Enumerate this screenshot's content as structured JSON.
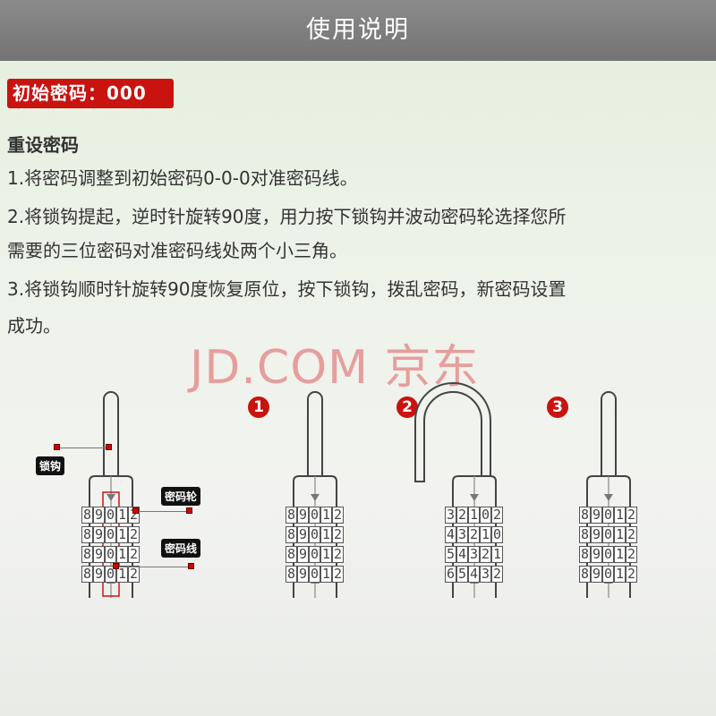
{
  "header": {
    "title": "使用说明"
  },
  "badge": {
    "text": "初始密码：000"
  },
  "section_title": "重设密码",
  "steps": [
    "1.将密码调整到初始密码0-0-0对准密码线。",
    "2.将锁钩提起，逆时针旋转90度，用力按下锁钩并波动密码轮选择您所",
    "需要的三位密码对准密码线处两个小三角。",
    "3.将锁钩顺时针旋转90度恢复原位，按下锁钩，拨乱密码，新密码设置",
    "成功。"
  ],
  "watermark": "JD.COM 京东",
  "labels": {
    "shackle": "锁钩",
    "wheel": "密码轮",
    "line": "密码线"
  },
  "step_numbers": [
    "1",
    "2",
    "3"
  ],
  "accent": "#c8130f",
  "locks": [
    {
      "open": false,
      "rows": [
        [
          "8",
          "9",
          "0",
          "1",
          "2"
        ],
        [
          "8",
          "9",
          "0",
          "1",
          "2"
        ],
        [
          "8",
          "9",
          "0",
          "1",
          "2"
        ],
        [
          "8",
          "9",
          "0",
          "1",
          "2"
        ]
      ]
    },
    {
      "open": false,
      "rows": [
        [
          "8",
          "9",
          "0",
          "1",
          "2"
        ],
        [
          "8",
          "9",
          "0",
          "1",
          "2"
        ],
        [
          "8",
          "9",
          "0",
          "1",
          "2"
        ],
        [
          "8",
          "9",
          "0",
          "1",
          "2"
        ]
      ]
    },
    {
      "open": true,
      "rows": [
        [
          "3",
          "2",
          "1",
          "0",
          "2"
        ],
        [
          "4",
          "3",
          "2",
          "1",
          "0"
        ],
        [
          "5",
          "4",
          "3",
          "2",
          "1"
        ],
        [
          "6",
          "5",
          "4",
          "3",
          "2"
        ]
      ]
    },
    {
      "open": false,
      "rows": [
        [
          "8",
          "9",
          "0",
          "1",
          "2"
        ],
        [
          "8",
          "9",
          "0",
          "1",
          "2"
        ],
        [
          "8",
          "9",
          "0",
          "1",
          "2"
        ],
        [
          "8",
          "9",
          "0",
          "1",
          "2"
        ]
      ]
    }
  ]
}
